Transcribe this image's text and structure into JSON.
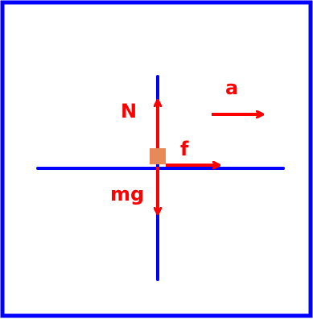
{
  "diagram": {
    "labels": {
      "normal_force": "N",
      "friction": "f",
      "weight": "mg",
      "acceleration": "a"
    },
    "colors": {
      "frame": "#0000ff",
      "axes": "#0000ff",
      "vectors": "#ff0000",
      "object": "#e8895a",
      "background": "#ffffff"
    }
  }
}
